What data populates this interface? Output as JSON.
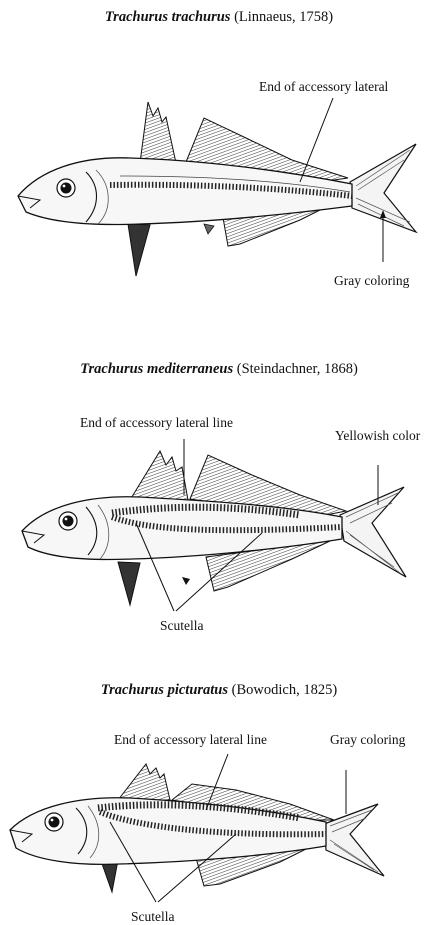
{
  "species": [
    {
      "scientific_name": "Trachurus trachurus",
      "authority": "(Linnaeus, 1758)",
      "labels": {
        "lateral": "End of accessory lateral",
        "color": "Gray coloring"
      }
    },
    {
      "scientific_name": "Trachurus mediterraneus",
      "authority": "(Steindachner, 1868)",
      "labels": {
        "lateral": "End of accessory lateral line",
        "color": "Yellowish color",
        "scutella": "Scutella"
      }
    },
    {
      "scientific_name": "Trachurus picturatus",
      "authority": "(Bowodich, 1825)",
      "labels": {
        "lateral": "End of accessory lateral line",
        "color": "Gray coloring",
        "scutella": "Scutella"
      }
    }
  ]
}
